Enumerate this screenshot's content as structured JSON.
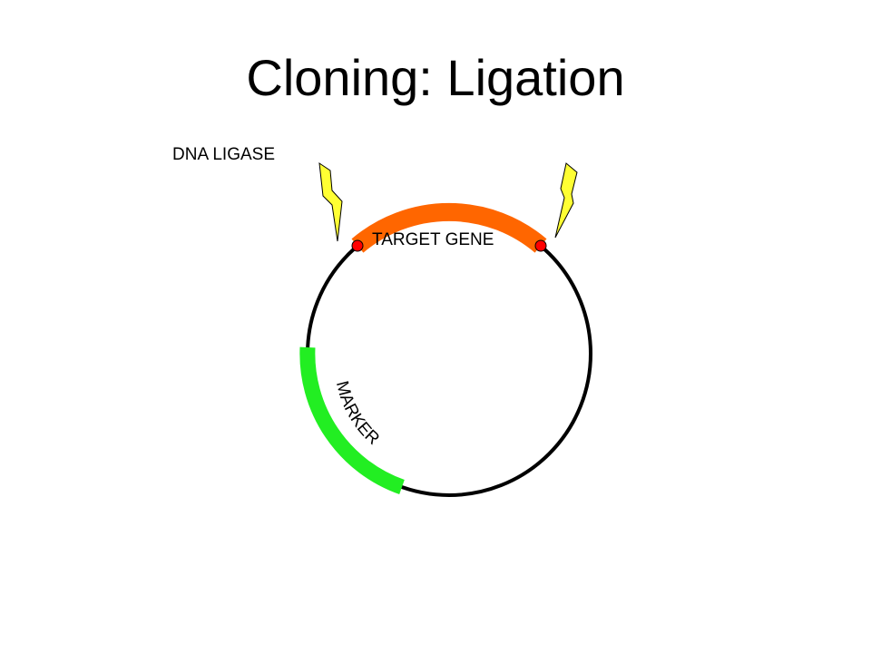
{
  "slide": {
    "title": "Cloning: Ligation",
    "enzyme_label": "DNA LIGASE",
    "target_gene_label": "TARGET GENE",
    "marker_label": "MARKER"
  },
  "colors": {
    "plasmid_backbone": "#000000",
    "target_gene": "#ff6600",
    "marker": "#22ee22",
    "ligation_site": "#ff0000",
    "lightning_bolt": "#ffff33",
    "background": "#ffffff"
  },
  "icons": {
    "ligase_action": "lightning-bolt-icon",
    "ligation_site": "red-dot-icon"
  }
}
